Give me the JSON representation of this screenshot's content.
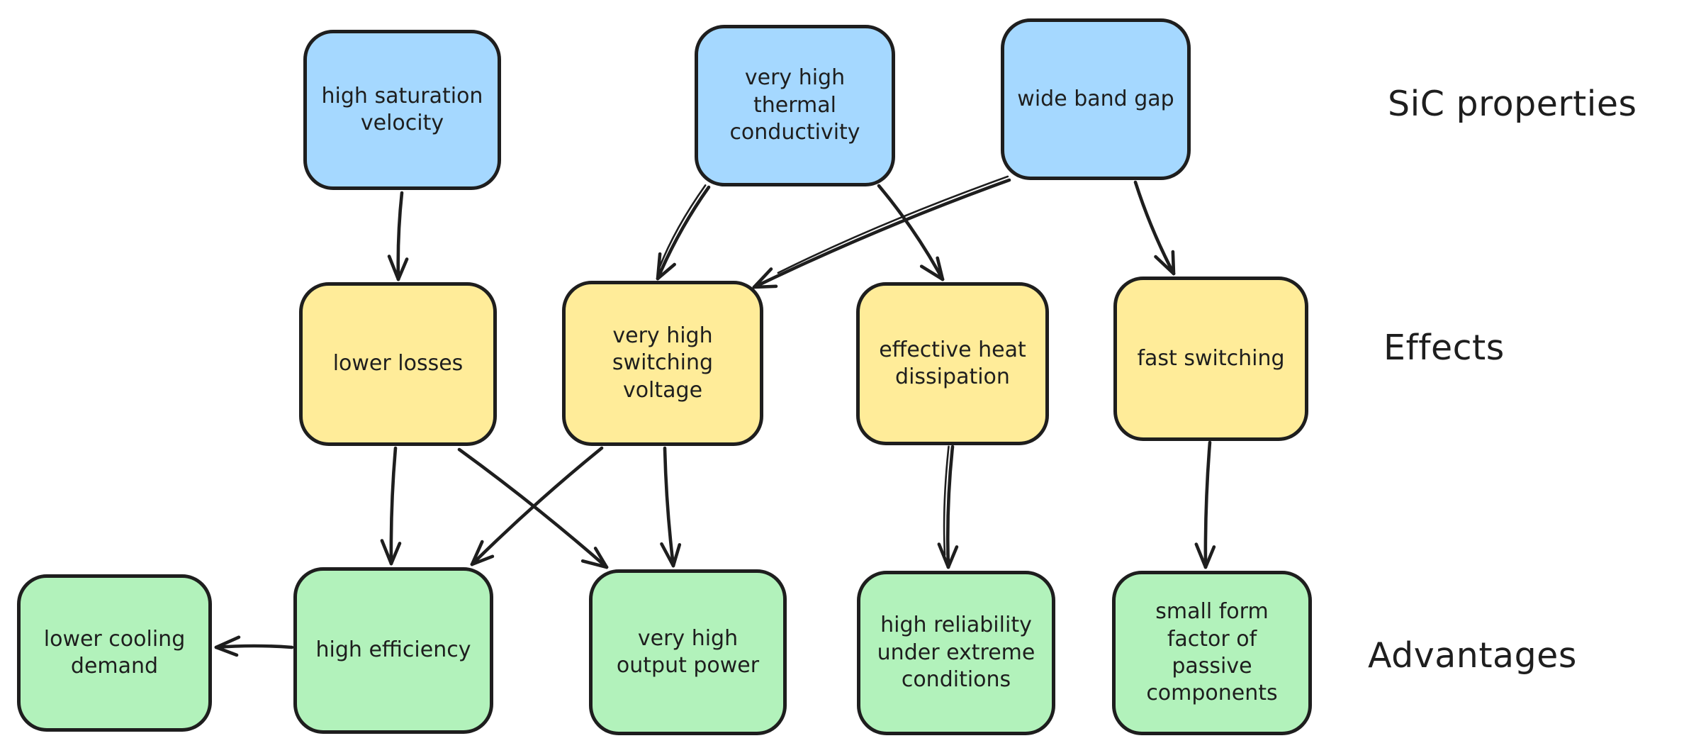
{
  "diagram": {
    "background": "#ffffff",
    "stroke_color": "#1e1e1e",
    "text_color": "#1e1e1e"
  },
  "groups": [
    {
      "id": "properties",
      "label": "SiC properties",
      "fill": "#a5d8ff"
    },
    {
      "id": "effects",
      "label": "Effects",
      "fill": "#ffec99"
    },
    {
      "id": "advantages",
      "label": "Advantages",
      "fill": "#b2f2bb"
    }
  ],
  "nodes": [
    {
      "id": "saturation",
      "group": "properties",
      "label": "high saturation\nvelocity"
    },
    {
      "id": "thermal",
      "group": "properties",
      "label": "very high\nthermal\nconductivity"
    },
    {
      "id": "bandgap",
      "group": "properties",
      "label": "wide band gap"
    },
    {
      "id": "lower_losses",
      "group": "effects",
      "label": "lower losses"
    },
    {
      "id": "switching",
      "group": "effects",
      "label": "very high\nswitching\nvoltage"
    },
    {
      "id": "dissipation",
      "group": "effects",
      "label": "effective heat\ndissipation"
    },
    {
      "id": "fast_switching",
      "group": "effects",
      "label": "fast switching"
    },
    {
      "id": "cooling",
      "group": "advantages",
      "label": "lower cooling\ndemand"
    },
    {
      "id": "efficiency",
      "group": "advantages",
      "label": "high efficiency"
    },
    {
      "id": "output_power",
      "group": "advantages",
      "label": "very high\noutput power"
    },
    {
      "id": "reliability",
      "group": "advantages",
      "label": "high reliability\nunder extreme\nconditions"
    },
    {
      "id": "form_factor",
      "group": "advantages",
      "label": "small form\nfactor of\npassive\ncomponents"
    }
  ],
  "edges": [
    {
      "from": "saturation",
      "to": "lower_losses"
    },
    {
      "from": "thermal",
      "to": "switching"
    },
    {
      "from": "thermal",
      "to": "dissipation"
    },
    {
      "from": "bandgap",
      "to": "switching"
    },
    {
      "from": "bandgap",
      "to": "fast_switching"
    },
    {
      "from": "lower_losses",
      "to": "efficiency"
    },
    {
      "from": "lower_losses",
      "to": "output_power"
    },
    {
      "from": "switching",
      "to": "efficiency"
    },
    {
      "from": "switching",
      "to": "output_power"
    },
    {
      "from": "dissipation",
      "to": "reliability"
    },
    {
      "from": "fast_switching",
      "to": "form_factor"
    },
    {
      "from": "efficiency",
      "to": "cooling"
    }
  ]
}
